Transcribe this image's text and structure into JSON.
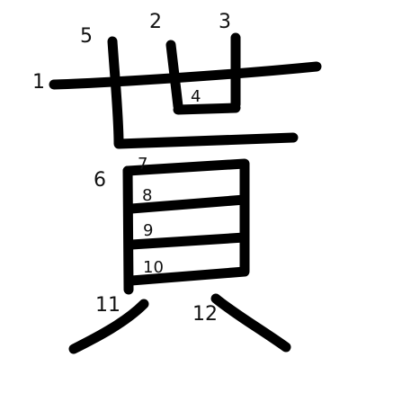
{
  "stroke_color": "#000000",
  "background": "#ffffff",
  "stroke_numbers": [
    "1",
    "2",
    "3",
    "4",
    "5",
    "6",
    "7",
    "8",
    "9",
    "10",
    "11",
    "12"
  ]
}
